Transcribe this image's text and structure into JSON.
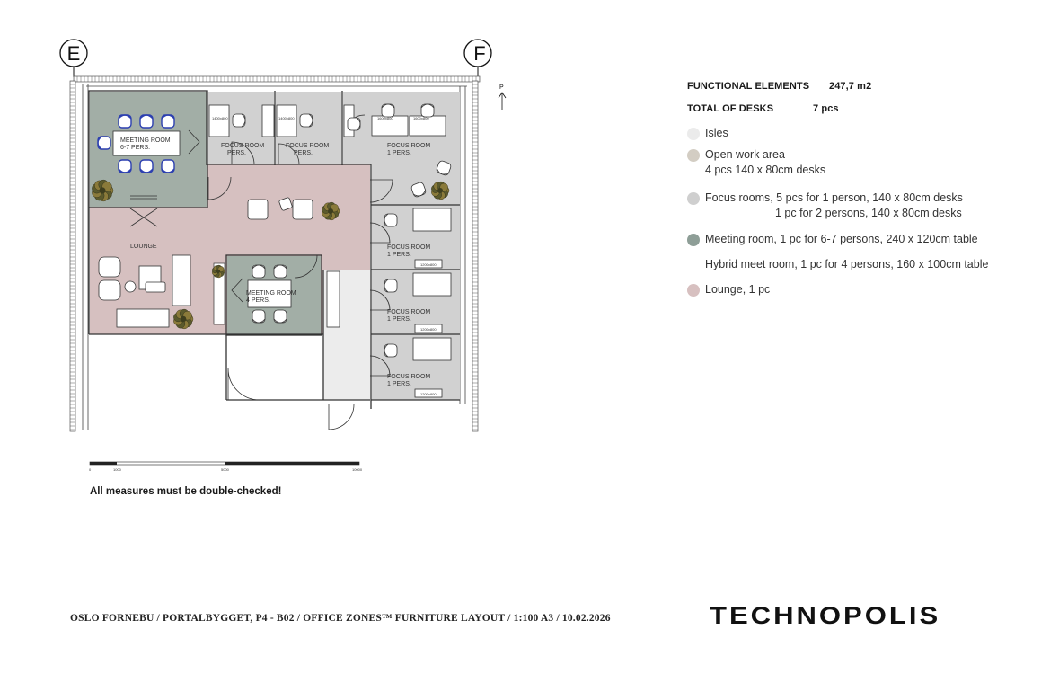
{
  "grid": {
    "left": "E",
    "right": "F"
  },
  "north_label": "P",
  "rooms": {
    "meeting_large": "MEETING ROOM",
    "meeting_large_capacity": "6-7 PERS.",
    "meeting_small": "MEETING ROOM",
    "meeting_small_capacity": "4 PERS.",
    "lounge": "LOUNGE",
    "focus": "FOCUS ROOM",
    "focus_capacity": "1 PERS.",
    "focus_capacity_partial": "PERS."
  },
  "desk_labels": {
    "d1400x800": "1400x800",
    "d1600x800": "1600x800",
    "d1200x800": "1200x800"
  },
  "stats": {
    "functional_label": "FUNCTIONAL ELEMENTS",
    "functional_value": "247,7 m2",
    "desks_label": "TOTAL OF DESKS",
    "desks_value": "7 pcs"
  },
  "legend": [
    {
      "color": "#ebebeb",
      "lines": [
        "Isles"
      ]
    },
    {
      "color": "#d3cdc3",
      "lines": [
        "Open work area",
        "4 pcs 140 x 80cm desks"
      ]
    },
    {
      "color": "#cfcfcf",
      "lines": [
        "Focus rooms, 5 pcs for 1 person, 140 x 80cm desks",
        "1 pc for 2 persons, 140 x 80cm desks"
      ]
    },
    {
      "color": "#8e9e97",
      "lines": [
        "Meeting room, 1 pc for 6-7 persons, 240 x 120cm table"
      ]
    },
    {
      "color": "",
      "lines": [
        "Hybrid meet room, 1 pc for 4 persons, 160 x 100cm table"
      ]
    },
    {
      "color": "#d7c0c0",
      "lines": [
        "Lounge, 1 pc"
      ]
    }
  ],
  "warning": "All measures must be double-checked!",
  "footer": {
    "text": "OSLO FORNEBU / PORTALBYGGET,   P4 - B02  / OFFICE ZONES™ FURNITURE LAYOUT  / 1:100 A3 / 10.02.2026"
  },
  "logo": "TECHNOPOLIS",
  "colors": {
    "meeting": "#a2aea6",
    "lounge": "#d6c0c0",
    "focus": "#d1d1d1",
    "isle": "#ececec",
    "chair_blue": "#2c3fb0"
  }
}
